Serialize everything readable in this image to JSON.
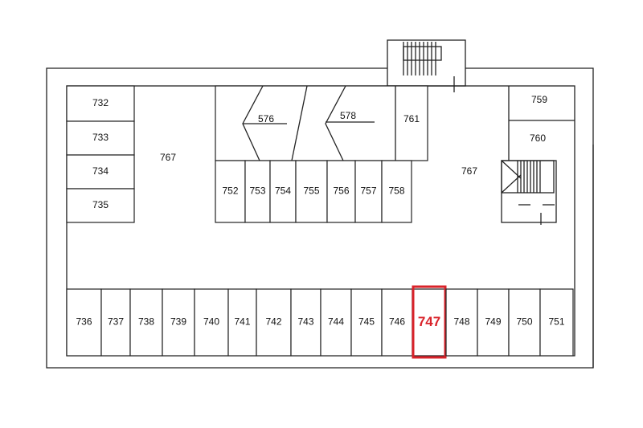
{
  "plan": {
    "highlight_color": "#d9232a",
    "highlighted_unit": "747",
    "bottom_row": [
      "736",
      "737",
      "738",
      "739",
      "740",
      "741",
      "742",
      "743",
      "744",
      "745",
      "746",
      "747",
      "748",
      "749",
      "750",
      "751"
    ],
    "middle_row": [
      "752",
      "753",
      "754",
      "755",
      "756",
      "757",
      "758"
    ],
    "left_column": [
      "732",
      "733",
      "734",
      "735"
    ],
    "upper_rooms": [
      "576",
      "578",
      "761"
    ],
    "right_rooms": [
      "759",
      "760"
    ],
    "common_area_left": "767",
    "common_area_right": "767"
  }
}
